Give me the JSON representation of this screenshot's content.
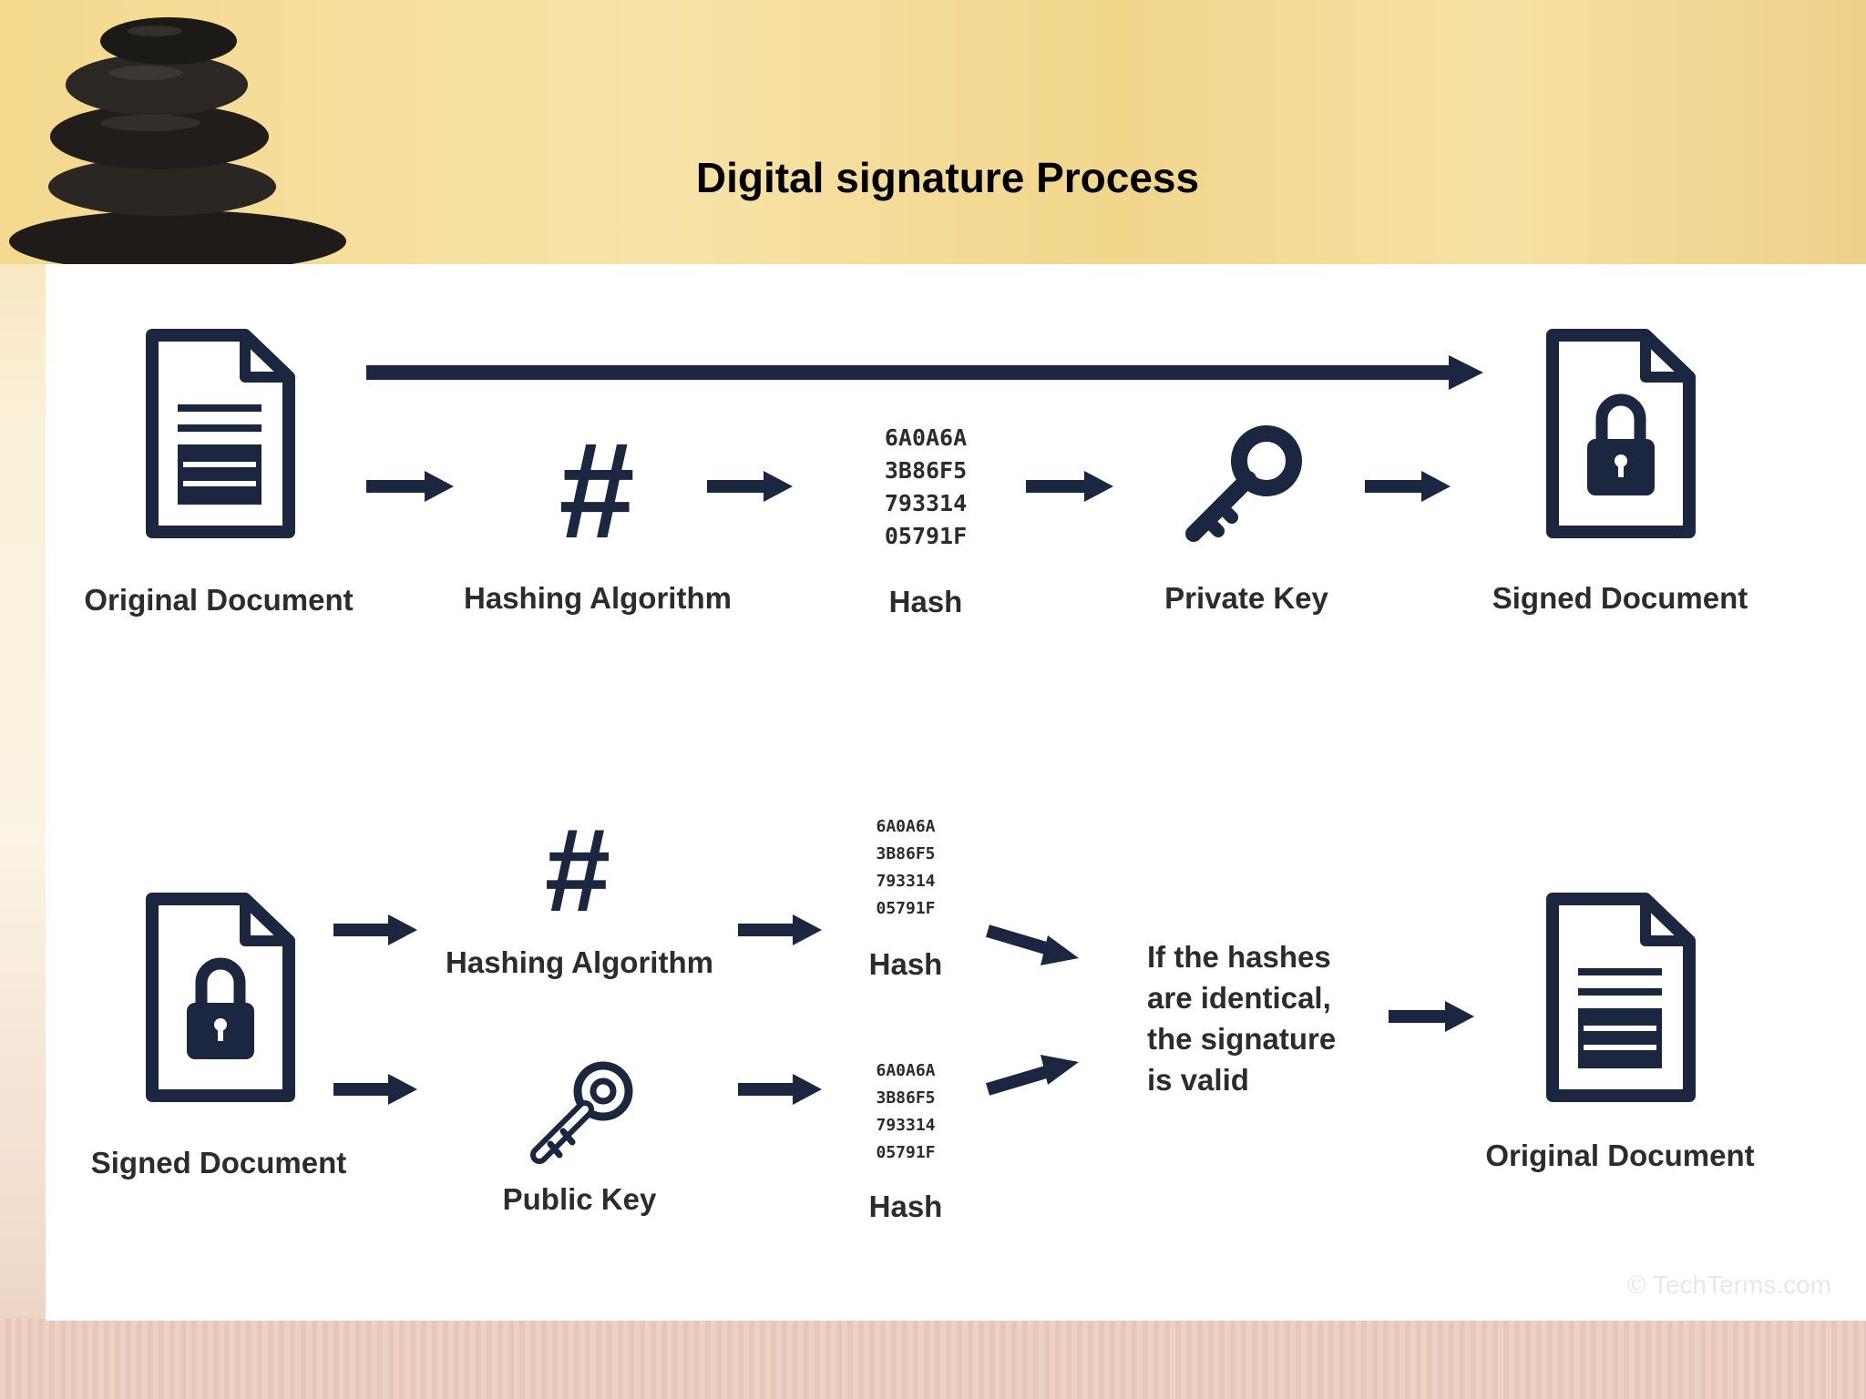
{
  "title": "Digital signature Process",
  "colors": {
    "icon": "#1b2640",
    "label": "#2c2c2c"
  },
  "signing": {
    "original_document": "Original Document",
    "hashing_algorithm": "Hashing Algorithm",
    "hash_symbol": "#",
    "hash_lines": [
      "6A0A6A",
      "3B86F5",
      "793314",
      "05791F"
    ],
    "hash_label": "Hash",
    "private_key": "Private Key",
    "signed_document": "Signed Document"
  },
  "verification": {
    "signed_document": "Signed Document",
    "hash_symbol": "#",
    "hashing_algorithm": "Hashing Algorithm",
    "public_key": "Public Key",
    "hash_lines_top": [
      "6A0A6A",
      "3B86F5",
      "793314",
      "05791F"
    ],
    "hash_label_top": "Hash",
    "hash_lines_bottom": [
      "6A0A6A",
      "3B86F5",
      "793314",
      "05791F"
    ],
    "hash_label_bottom": "Hash",
    "result_lines": [
      "If the hashes",
      "are identical,",
      "the signature",
      "is valid"
    ],
    "original_document": "Original Document"
  },
  "credit": "© TechTerms.com"
}
